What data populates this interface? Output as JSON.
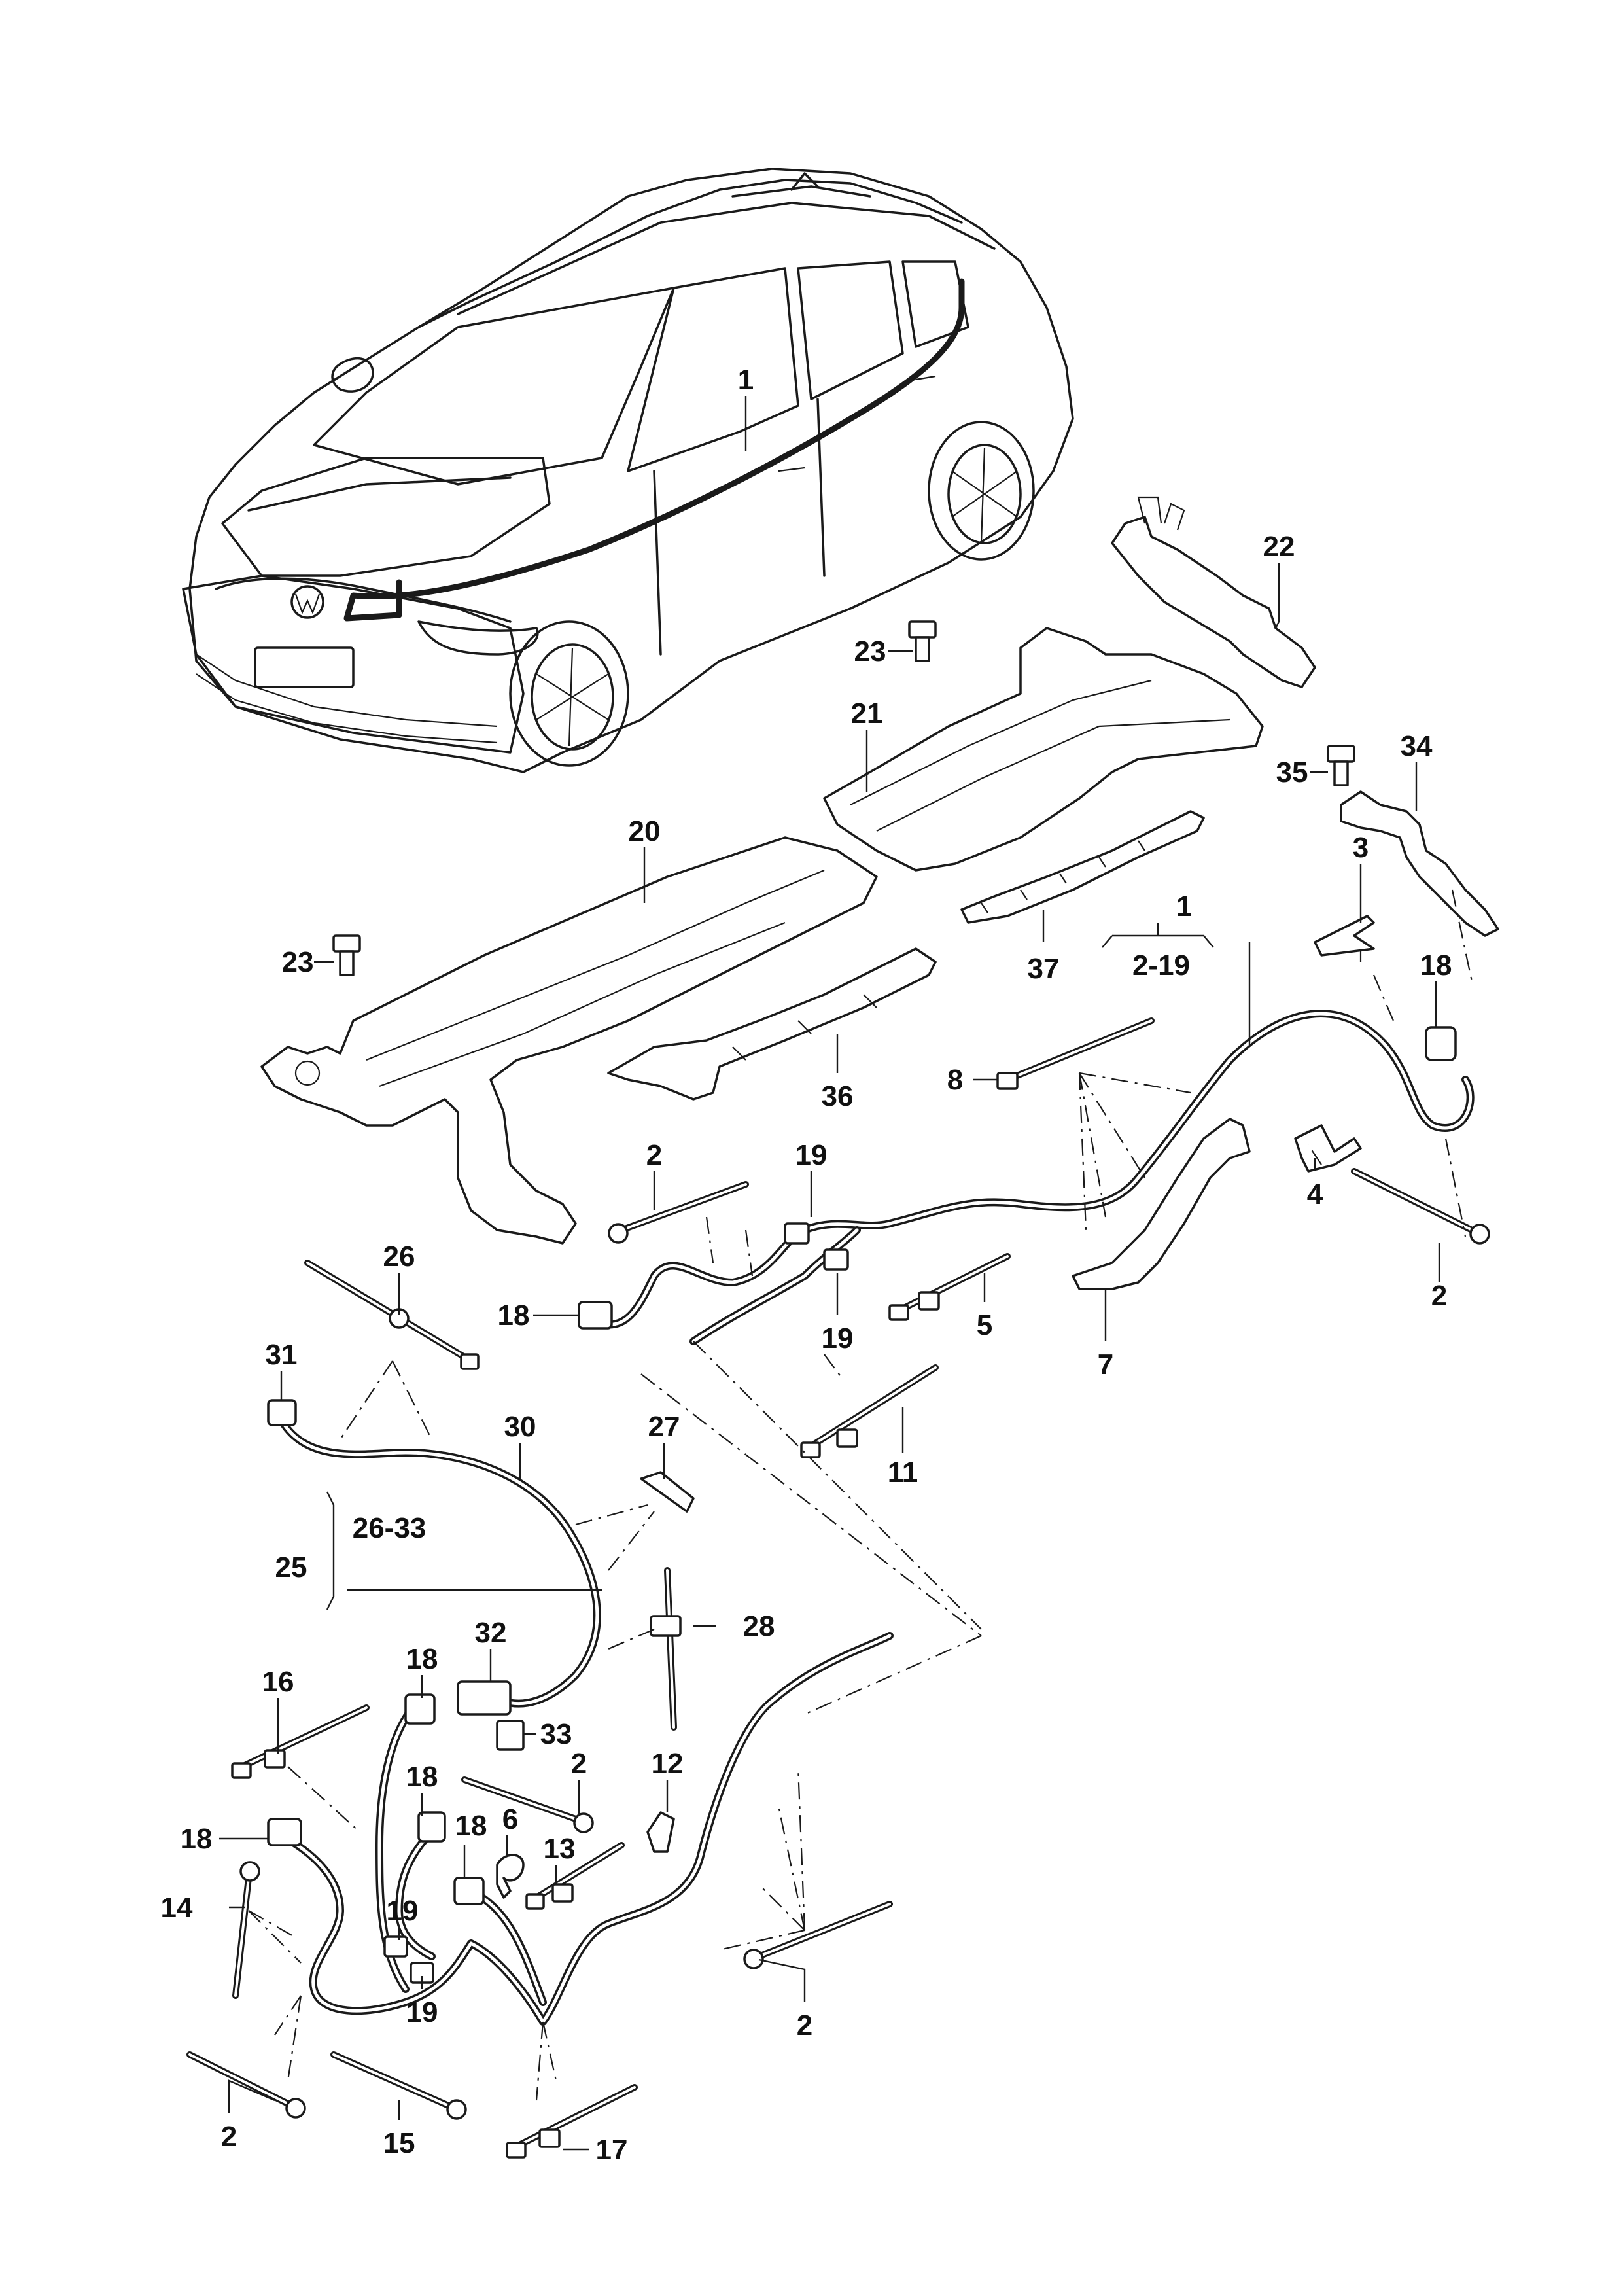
{
  "callouts": [
    {
      "label": "1"
    },
    {
      "label": "22"
    },
    {
      "label": "23"
    },
    {
      "label": "21"
    },
    {
      "label": "34"
    },
    {
      "label": "35"
    },
    {
      "label": "20"
    },
    {
      "label": "3"
    },
    {
      "label": "1"
    },
    {
      "label": "2-19"
    },
    {
      "label": "23"
    },
    {
      "label": "37"
    },
    {
      "label": "18"
    },
    {
      "label": "36"
    },
    {
      "label": "8"
    },
    {
      "label": "4"
    },
    {
      "label": "2"
    },
    {
      "label": "19"
    },
    {
      "label": "26"
    },
    {
      "label": "18"
    },
    {
      "label": "19"
    },
    {
      "label": "5"
    },
    {
      "label": "7"
    },
    {
      "label": "2"
    },
    {
      "label": "31"
    },
    {
      "label": "30"
    },
    {
      "label": "27"
    },
    {
      "label": "11"
    },
    {
      "label": "26-33"
    },
    {
      "label": "25"
    },
    {
      "label": "32"
    },
    {
      "label": "28"
    },
    {
      "label": "16"
    },
    {
      "label": "18"
    },
    {
      "label": "33"
    },
    {
      "label": "18"
    },
    {
      "label": "2"
    },
    {
      "label": "12"
    },
    {
      "label": "18"
    },
    {
      "label": "6"
    },
    {
      "label": "18"
    },
    {
      "label": "13"
    },
    {
      "label": "14"
    },
    {
      "label": "19"
    },
    {
      "label": "19"
    },
    {
      "label": "2"
    },
    {
      "label": "2"
    },
    {
      "label": "15"
    },
    {
      "label": "17"
    }
  ]
}
